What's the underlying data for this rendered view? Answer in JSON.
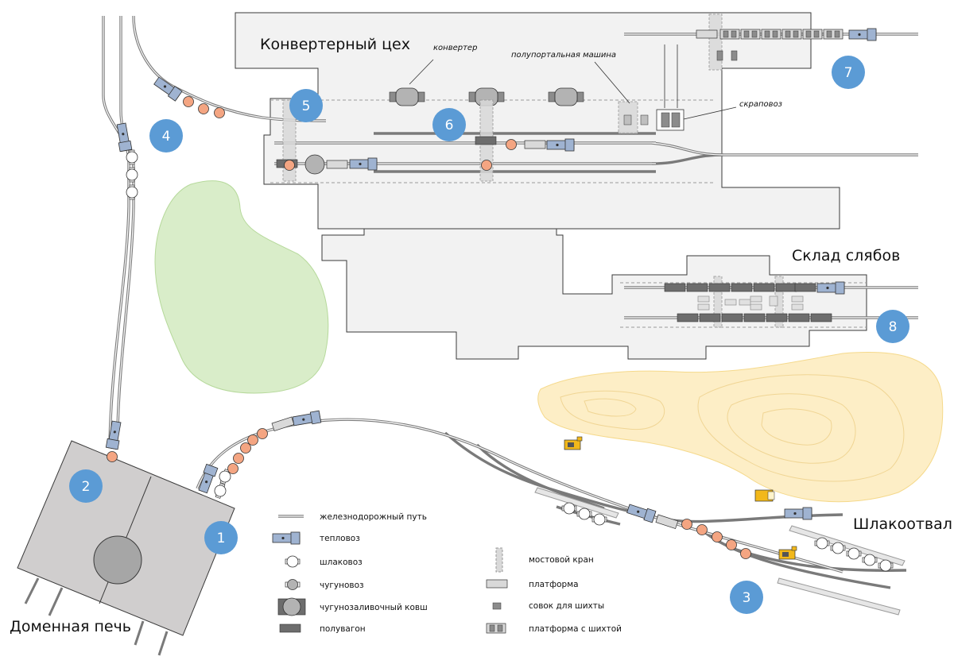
{
  "labels": {
    "converter_shop": "Конвертерный цех",
    "slab_warehouse": "Склад слябов",
    "slag_dump": "Шлакоотвал",
    "blast_furnace": "Доменная печь",
    "converter": "конвертер",
    "semi_gantry": "полупортальная машина",
    "scrap_carrier": "скраповоз"
  },
  "markers": [
    "1",
    "2",
    "3",
    "4",
    "5",
    "6",
    "7",
    "8"
  ],
  "legend": {
    "rail_track": "железнодорожный путь",
    "locomotive": "тепловоз",
    "slag_car": "шлаковоз",
    "hot_metal_car": "чугуновоз",
    "ladle": "чугунозаливочный ковш",
    "gondola": "полувагон",
    "bridge_crane": "мостовой кран",
    "platform": "платформа",
    "charge_scoop": "совок для шихты",
    "charge_platform": "платформа с шихтой"
  },
  "colors": {
    "building": "#f2f2f2",
    "building_stroke": "#3a3a3a",
    "track": "#7a7a7a",
    "locomotive": "#9fb3d1",
    "marker": "#5b9bd5",
    "hot_metal": "#f4a582",
    "green_area": "#d9edc9",
    "slag_area": "#fdeec6",
    "gondola": "#6d6d6d",
    "crane": "#d9d9d9",
    "excavator": "#f2b81a"
  }
}
